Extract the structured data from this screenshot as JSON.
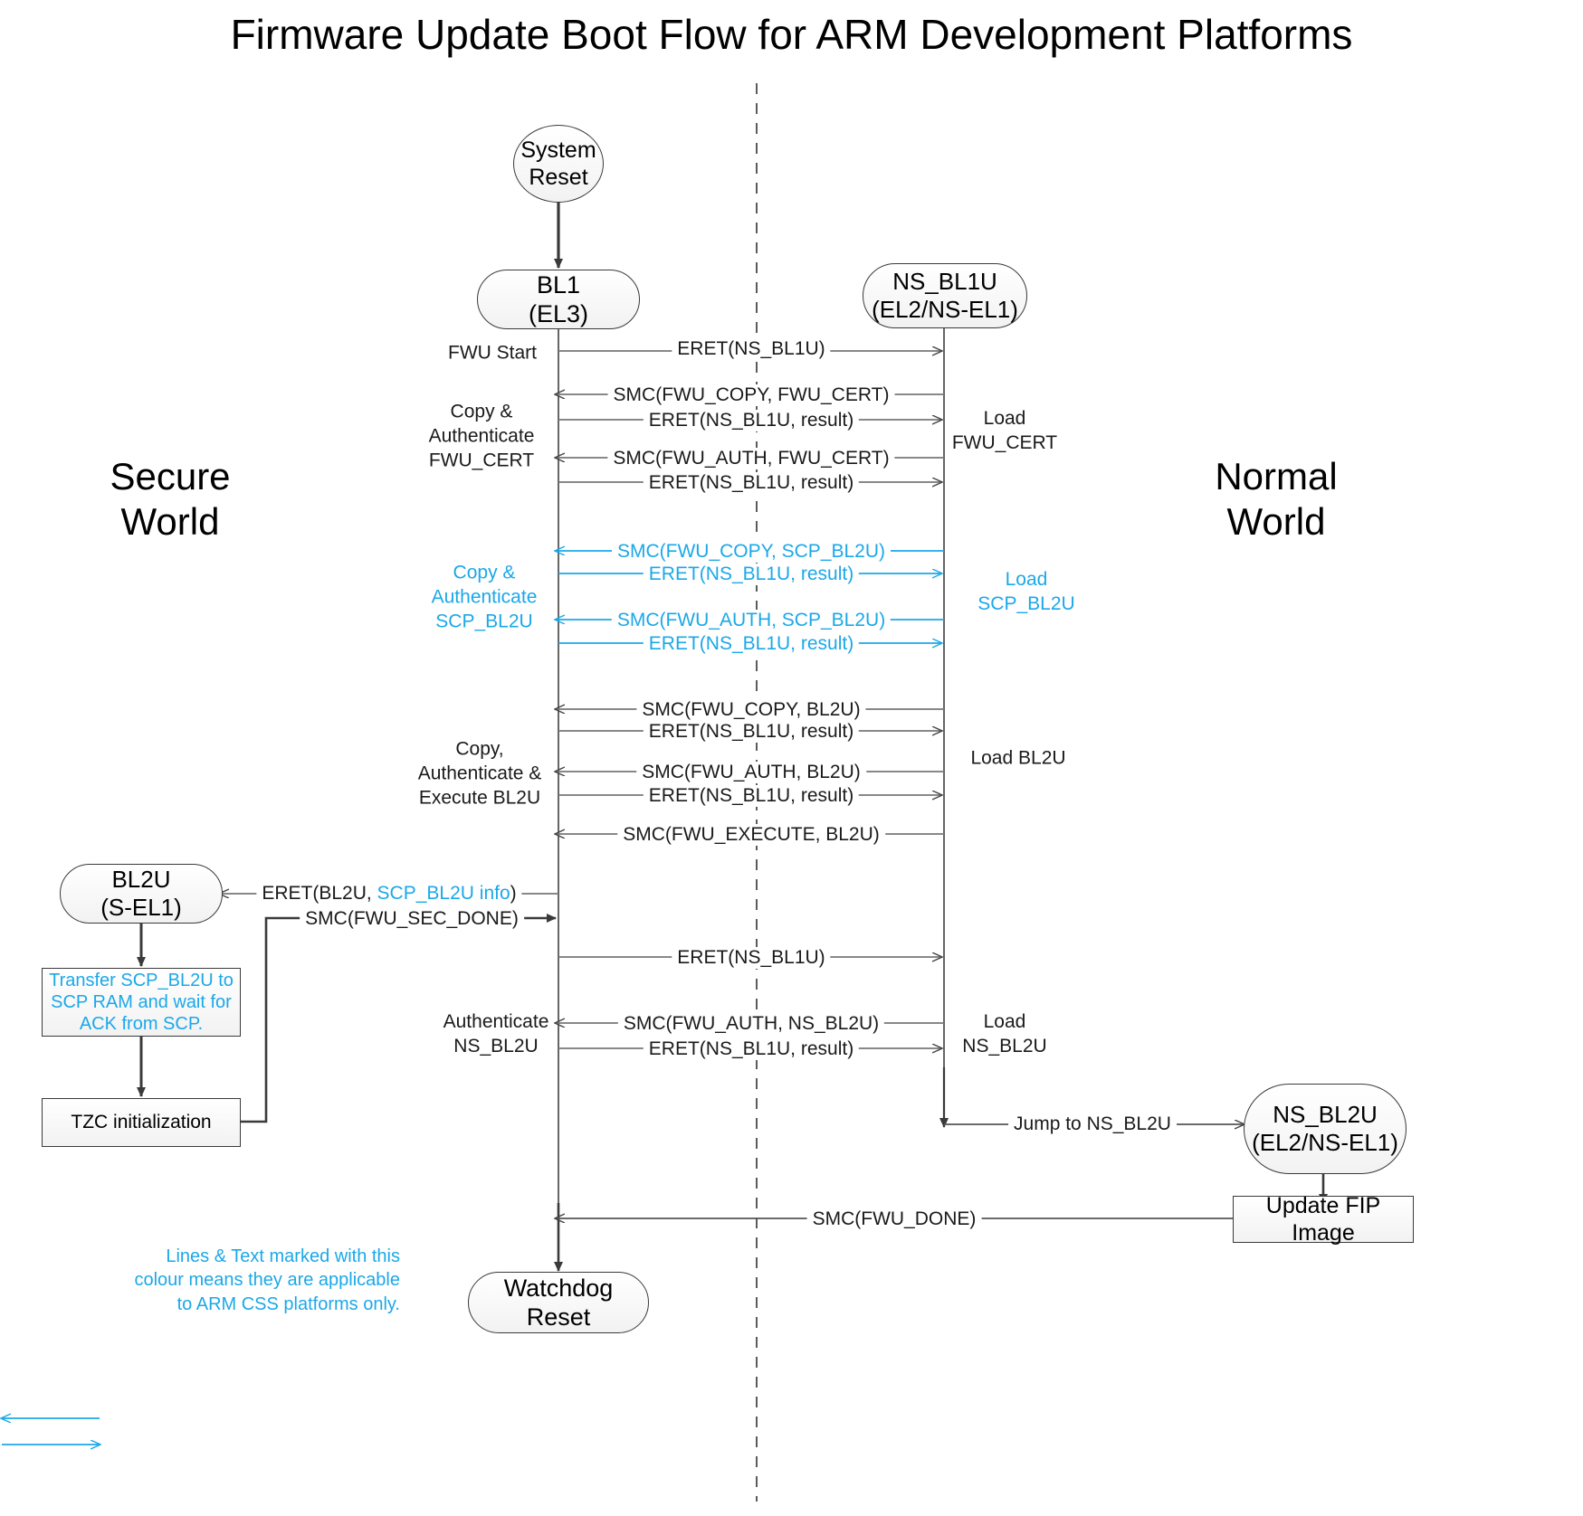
{
  "title": "Firmware Update Boot Flow for ARM Development Platforms",
  "colors": {
    "accent_cyan": "#1BA8E8",
    "line_black": "#3a3a3a",
    "node_fill": "#f2f2f2",
    "text": "#000000"
  },
  "worlds": {
    "secure": "Secure\nWorld",
    "normal": "Normal\nWorld"
  },
  "nodes": {
    "system_reset": {
      "line1": "System",
      "line2": "Reset"
    },
    "bl1": {
      "line1": "BL1",
      "line2": "(EL3)"
    },
    "ns_bl1u": {
      "line1": "NS_BL1U",
      "line2": "(EL2/NS-EL1)"
    },
    "bl2u": {
      "line1": "BL2U",
      "line2": "(S-EL1)"
    },
    "transfer_scp": {
      "line1": "Transfer SCP_BL2U to\nSCP RAM and wait for\nACK from SCP."
    },
    "tzc_init": {
      "line1": "TZC initialization"
    },
    "ns_bl2u": {
      "line1": "NS_BL2U",
      "line2": "(EL2/NS-EL1)"
    },
    "update_fip": {
      "line1": "Update FIP Image"
    },
    "watchdog_reset": {
      "line1": "Watchdog Reset"
    }
  },
  "messages": [
    {
      "id": "m1",
      "text": "ERET(NS_BL1U)",
      "cyan": false
    },
    {
      "id": "m2",
      "text": "SMC(FWU_COPY, FWU_CERT)",
      "cyan": false
    },
    {
      "id": "m3",
      "text": "ERET(NS_BL1U, result)",
      "cyan": false
    },
    {
      "id": "m4",
      "text": "SMC(FWU_AUTH, FWU_CERT)",
      "cyan": false
    },
    {
      "id": "m5",
      "text": "ERET(NS_BL1U, result)",
      "cyan": false
    },
    {
      "id": "m6",
      "text": "SMC(FWU_COPY, SCP_BL2U)",
      "cyan": true
    },
    {
      "id": "m7",
      "text": "ERET(NS_BL1U, result)",
      "cyan": true
    },
    {
      "id": "m8",
      "text": "SMC(FWU_AUTH, SCP_BL2U)",
      "cyan": true
    },
    {
      "id": "m9",
      "text": "ERET(NS_BL1U, result)",
      "cyan": true
    },
    {
      "id": "m10",
      "text": "SMC(FWU_COPY, BL2U)",
      "cyan": false
    },
    {
      "id": "m11",
      "text": "ERET(NS_BL1U, result)",
      "cyan": false
    },
    {
      "id": "m12",
      "text": "SMC(FWU_AUTH, BL2U)",
      "cyan": false
    },
    {
      "id": "m13",
      "text": "ERET(NS_BL1U, result)",
      "cyan": false
    },
    {
      "id": "m14",
      "text": "SMC(FWU_EXECUTE, BL2U)",
      "cyan": false
    },
    {
      "id": "m15",
      "text": "SMC(FWU_SEC_DONE)",
      "cyan": false
    },
    {
      "id": "m16",
      "text": "ERET(NS_BL1U)",
      "cyan": false
    },
    {
      "id": "m17",
      "text": "SMC(FWU_AUTH, NS_BL2U)",
      "cyan": false
    },
    {
      "id": "m18",
      "text": "ERET(NS_BL1U, result)",
      "cyan": false
    },
    {
      "id": "m19",
      "text": "Jump to NS_BL2U",
      "cyan": false
    },
    {
      "id": "m20",
      "text": "SMC(FWU_DONE)",
      "cyan": false
    }
  ],
  "eret_bl2u": {
    "prefix": "ERET(BL2U, ",
    "cyan_part": "SCP_BL2U info",
    "suffix": ")"
  },
  "annotations": {
    "fwu_start": "FWU Start",
    "copy_auth_fwu_cert": "Copy &\nAuthenticate\nFWU_CERT",
    "load_fwu_cert": "Load\nFWU_CERT",
    "copy_auth_scp_bl2u": "Copy &\nAuthenticate\nSCP_BL2U",
    "load_scp_bl2u": "Load\nSCP_BL2U",
    "copy_auth_exec_bl2u": "Copy,\nAuthenticate &\nExecute BL2U",
    "load_bl2u": "Load BL2U",
    "authenticate_ns_bl2u": "Authenticate\nNS_BL2U",
    "load_ns_bl2u": "Load\nNS_BL2U"
  },
  "legend": {
    "text": "Lines & Text marked with this\ncolour means they are applicable\nto ARM CSS platforms only."
  }
}
